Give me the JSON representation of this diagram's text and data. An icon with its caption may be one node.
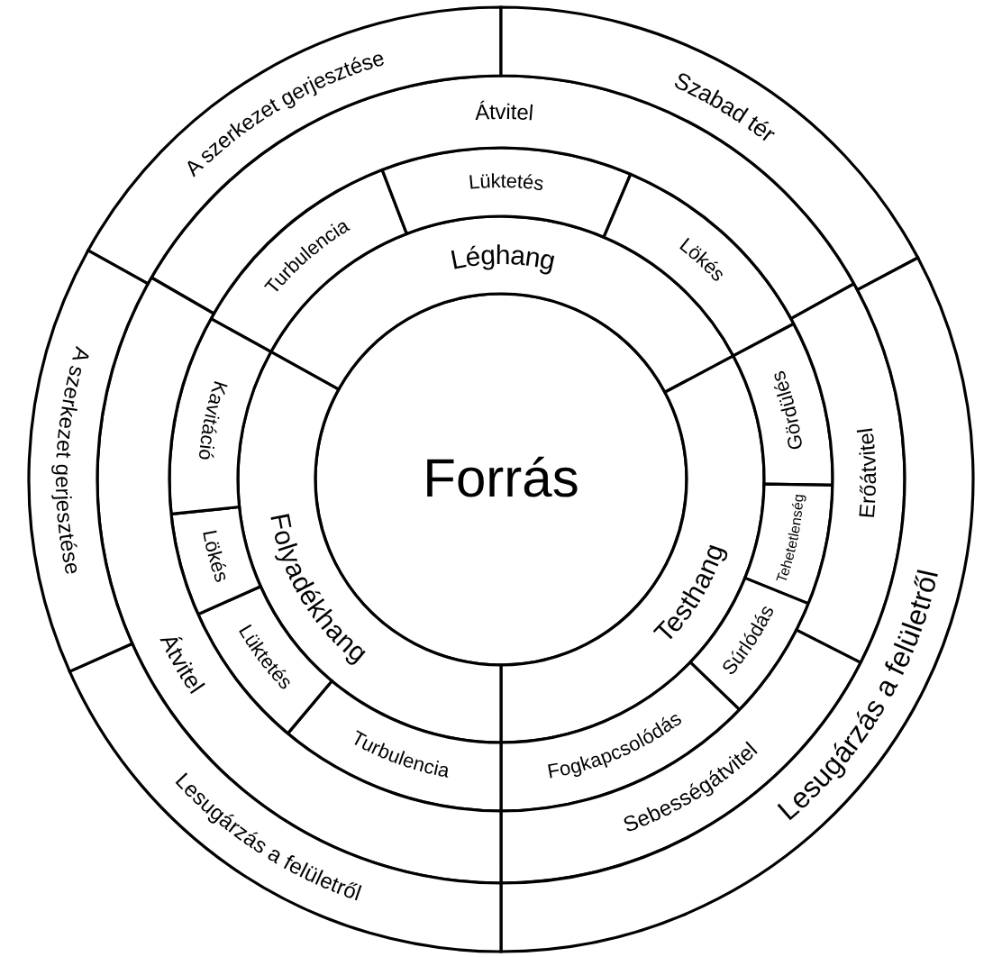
{
  "diagram": {
    "nodes": [
      {
        "text": [
          "Forrás"
        ]
      },
      {
        "text": [
          "Léghang"
        ]
      },
      {
        "text": [
          "Testhang"
        ]
      },
      {
        "text": [
          "Folyadékhang"
        ]
      },
      {
        "text": [
          "Turbulencia"
        ]
      },
      {
        "text": [
          "Lüktetés"
        ]
      },
      {
        "text": [
          "Lökés"
        ]
      },
      {
        "text": [
          "Gördülés"
        ]
      },
      {
        "text": [
          "Tehetetlenség"
        ]
      },
      {
        "text": [
          "Súrlódás"
        ]
      },
      {
        "text": [
          "Fogkapcsolódás"
        ]
      },
      {
        "text": [
          "Turbulencia"
        ]
      },
      {
        "text": [
          "Lüktetés"
        ]
      },
      {
        "text": [
          "Lökés"
        ]
      },
      {
        "text": [
          "Kavitáció"
        ]
      },
      {
        "text": [
          "Átvitel"
        ]
      },
      {
        "text": [
          "Erőátvitel"
        ]
      },
      {
        "text": [
          "Sebességátvitel"
        ]
      },
      {
        "text": [
          "Átvitel"
        ]
      },
      {
        "text": [
          "A szerkezet gerjesztése"
        ]
      },
      {
        "text": [
          "Szabad tér"
        ]
      },
      {
        "text": [
          "Lesugárzás a felületről"
        ]
      },
      {
        "text": [
          "Lesugárzás a felületről"
        ]
      },
      {
        "text": [
          "A szerkezet gerjesztése"
        ]
      }
    ]
  }
}
